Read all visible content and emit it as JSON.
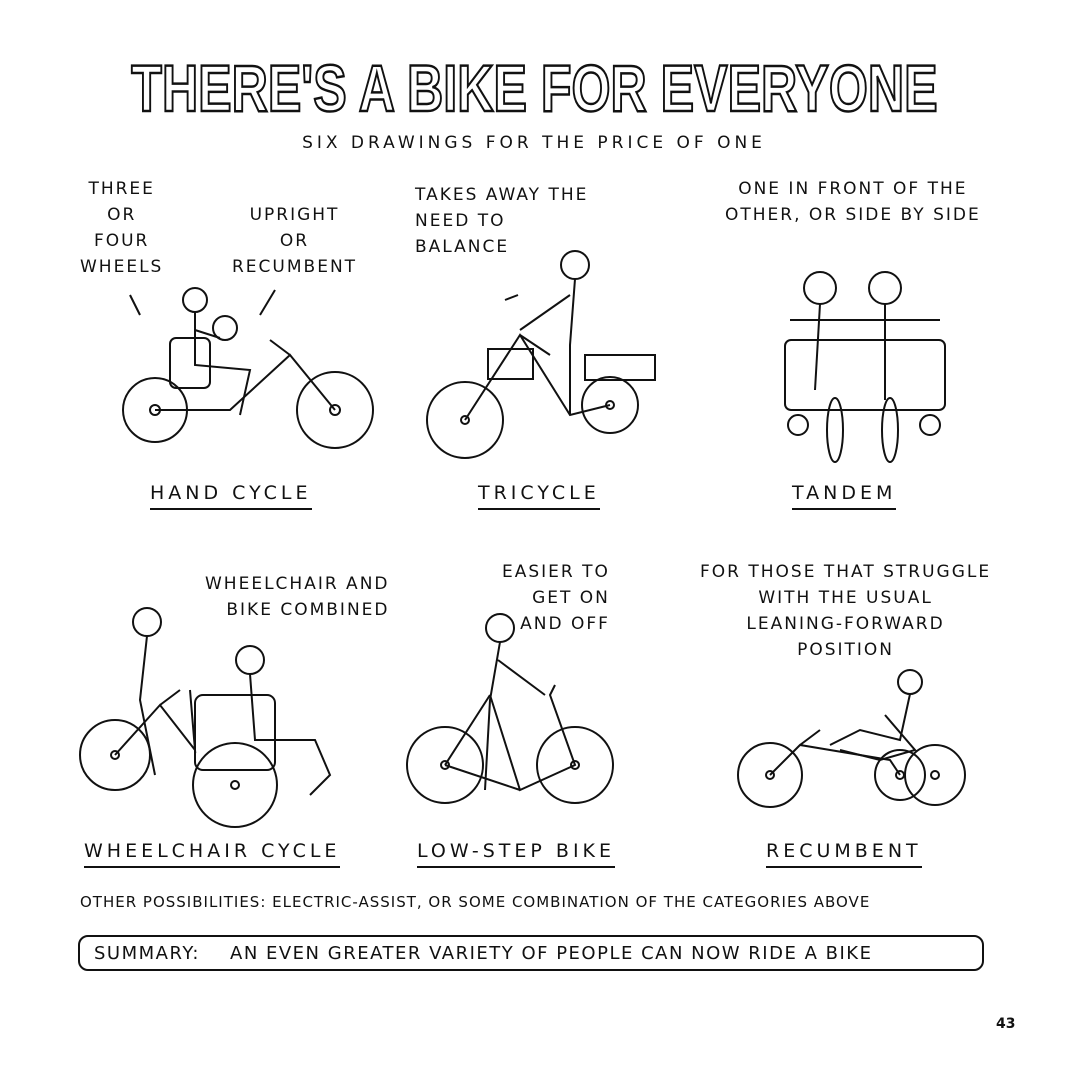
{
  "title": "THERE'S A BIKE FOR EVERYONE",
  "subtitle": "SIX DRAWINGS FOR THE PRICE OF ONE",
  "panels": [
    {
      "label": "HAND CYCLE",
      "notes": [
        "THREE\nOR\nFOUR\nWHEELS",
        "UPRIGHT\nOR\nRECUMBENT"
      ]
    },
    {
      "label": "TRICYCLE",
      "notes": [
        "TAKES AWAY THE\nNEED TO\nBALANCE"
      ]
    },
    {
      "label": "TANDEM",
      "notes": [
        "ONE IN FRONT OF THE\nOTHER, OR SIDE BY SIDE"
      ]
    },
    {
      "label": "WHEELCHAIR CYCLE",
      "notes": [
        "WHEELCHAIR AND\nBIKE COMBINED"
      ]
    },
    {
      "label": "LOW-STEP BIKE",
      "notes": [
        "EASIER TO\nGET ON\nAND OFF"
      ]
    },
    {
      "label": "RECUMBENT",
      "notes": [
        "FOR THOSE THAT STRUGGLE\nWITH THE USUAL\nLEANING-FORWARD\nPOSITION"
      ]
    }
  ],
  "footer": "OTHER POSSIBILITIES: ELECTRIC-ASSIST, OR SOME COMBINATION OF THE CATEGORIES ABOVE",
  "summary": {
    "key": "SUMMARY:",
    "text": "AN EVEN GREATER VARIETY OF PEOPLE CAN NOW RIDE A BIKE"
  },
  "page_number": "43"
}
